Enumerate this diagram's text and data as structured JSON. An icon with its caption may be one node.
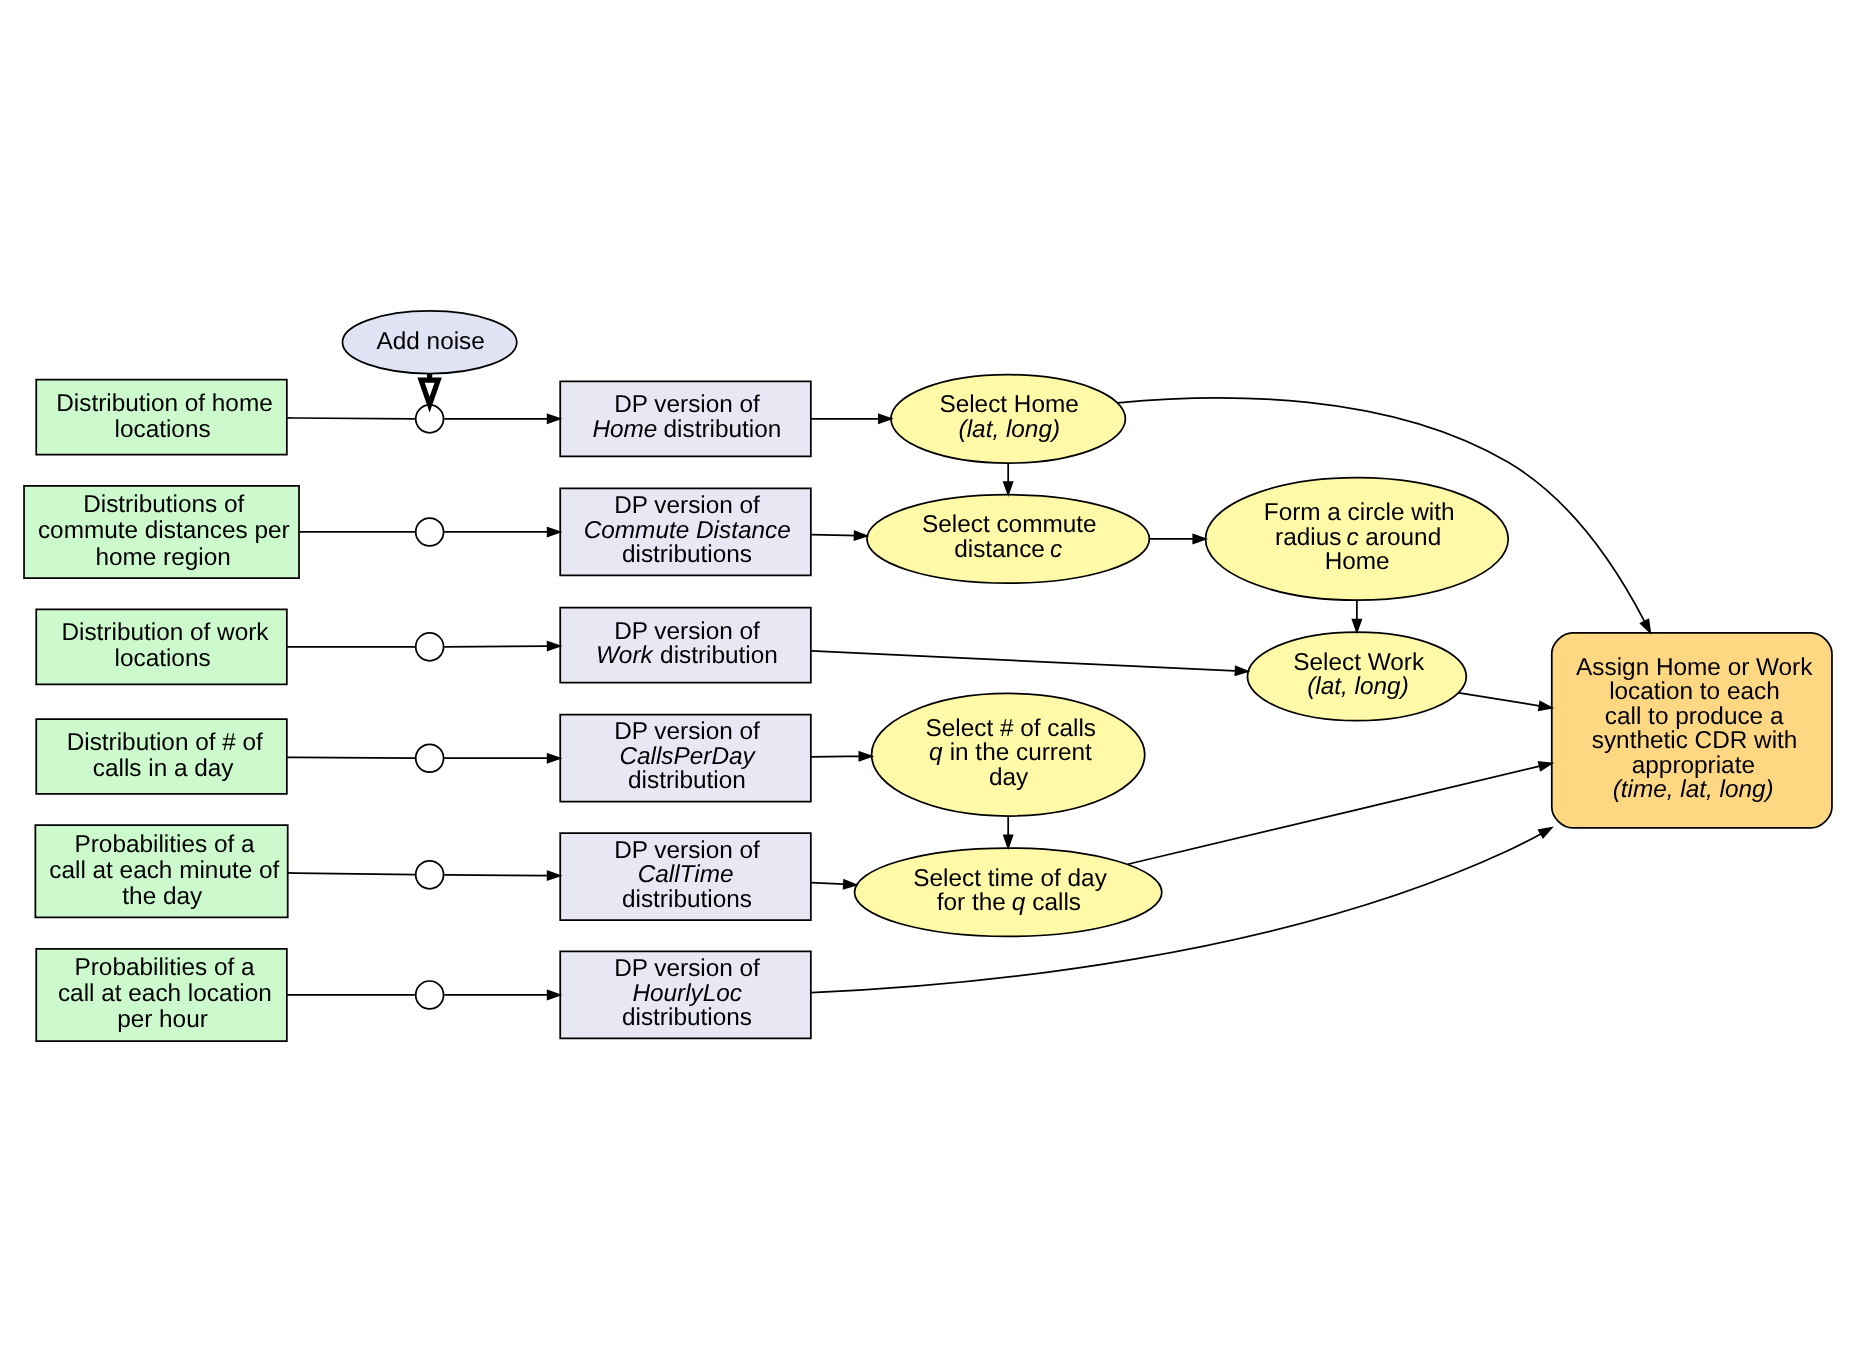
{
  "diagram": {
    "nodes": [
      {
        "text": [
          "Add noise"
        ]
      },
      {
        "text": [
          "Distribution of home locations"
        ]
      },
      {
        "text": [],
        "shape": "circle"
      },
      {
        "text": [
          "DP version of *Home* distribution"
        ]
      },
      {
        "text": [
          "Select Home *(lat, long)*"
        ]
      },
      {
        "text": [
          "Distributions of commute distances per home region"
        ]
      },
      {
        "text": [],
        "shape": "circle"
      },
      {
        "text": [
          "DP version of *Commute Distance* distributions"
        ]
      },
      {
        "text": [
          "Select commute distance *c*"
        ]
      },
      {
        "text": [
          "Form a circle with radius *c* around Home"
        ]
      },
      {
        "text": [
          "Distribution of work locations"
        ]
      },
      {
        "text": [],
        "shape": "circle"
      },
      {
        "text": [
          "DP version of *Work* distribution"
        ]
      },
      {
        "text": [
          "Select Work *(lat, long)*"
        ]
      },
      {
        "text": [
          "Distribution of # of calls in a day"
        ]
      },
      {
        "text": [],
        "shape": "circle"
      },
      {
        "text": [
          "DP version of *CallsPerDay* distribution"
        ]
      },
      {
        "text": [
          "Select # of calls *q* in the current day"
        ]
      },
      {
        "text": [
          "Probabilities of a call at each minute of the day"
        ]
      },
      {
        "text": [],
        "shape": "circle"
      },
      {
        "text": [
          "DP version of *CallTime* distributions"
        ]
      },
      {
        "text": [
          "Select time of day for the *q* calls"
        ]
      },
      {
        "text": [
          "Assign Home or Work location to each call to produce a synthetic CDR with appropriate *(time, lat, long)*"
        ]
      },
      {
        "text": [
          "Probabilities of a call at each location per hour"
        ]
      },
      {
        "text": [],
        "shape": "circle"
      },
      {
        "text": [
          "DP version of *HourlyLoc* distributions"
        ]
      }
    ],
    "edges": [
      {
        "from": 0,
        "to": 2,
        "arrow": "to",
        "style": "thick"
      },
      {
        "from": 1,
        "to": 2,
        "arrow": "none"
      },
      {
        "from": 2,
        "to": 3,
        "arrow": "to"
      },
      {
        "from": 3,
        "to": 4,
        "arrow": "to"
      },
      {
        "from": 4,
        "to": 8,
        "arrow": "to"
      },
      {
        "from": 4,
        "to": 22,
        "arrow": "to"
      },
      {
        "from": 5,
        "to": 6,
        "arrow": "none"
      },
      {
        "from": 6,
        "to": 7,
        "arrow": "to"
      },
      {
        "from": 7,
        "to": 8,
        "arrow": "to"
      },
      {
        "from": 8,
        "to": 9,
        "arrow": "to"
      },
      {
        "from": 9,
        "to": 13,
        "arrow": "to"
      },
      {
        "from": 10,
        "to": 11,
        "arrow": "none"
      },
      {
        "from": 11,
        "to": 12,
        "arrow": "to"
      },
      {
        "from": 12,
        "to": 13,
        "arrow": "to"
      },
      {
        "from": 13,
        "to": 22,
        "arrow": "to"
      },
      {
        "from": 14,
        "to": 15,
        "arrow": "none"
      },
      {
        "from": 15,
        "to": 16,
        "arrow": "to"
      },
      {
        "from": 16,
        "to": 17,
        "arrow": "to"
      },
      {
        "from": 17,
        "to": 21,
        "arrow": "to"
      },
      {
        "from": 18,
        "to": 19,
        "arrow": "none"
      },
      {
        "from": 19,
        "to": 20,
        "arrow": "to"
      },
      {
        "from": 20,
        "to": 21,
        "arrow": "to"
      },
      {
        "from": 21,
        "to": 22,
        "arrow": "to"
      },
      {
        "from": 23,
        "to": 24,
        "arrow": "none"
      },
      {
        "from": 24,
        "to": 25,
        "arrow": "to"
      },
      {
        "from": 25,
        "to": 22,
        "arrow": "to"
      }
    ]
  }
}
